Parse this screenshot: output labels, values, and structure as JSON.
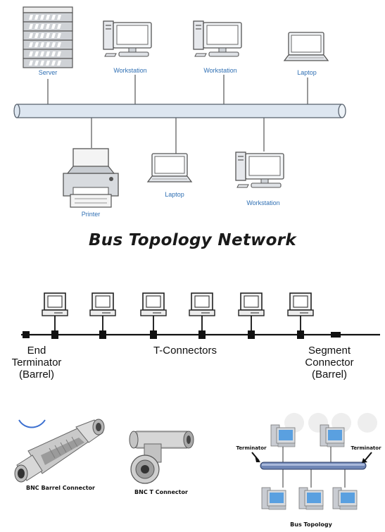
{
  "diagram1": {
    "title": "Bus Topology Network",
    "top_nodes": [
      {
        "label": "Server",
        "icon": "server-icon"
      },
      {
        "label": "Workstation",
        "icon": "workstation-icon"
      },
      {
        "label": "Workstation",
        "icon": "workstation-icon"
      },
      {
        "label": "Laptop",
        "icon": "laptop-icon"
      }
    ],
    "bottom_nodes": [
      {
        "label": "Printer",
        "icon": "printer-icon"
      },
      {
        "label": "Laptop",
        "icon": "laptop-icon"
      },
      {
        "label": "Workstation",
        "icon": "workstation-icon"
      }
    ],
    "colors": {
      "label": "#2f6fb3",
      "bus_fill": "#dde6f0",
      "bus_stroke": "#5a6470"
    }
  },
  "diagram2": {
    "end_label": "End\nTerminator\n(Barrel)",
    "middle_label": "T-Connectors",
    "segment_label": "Segment\nConnector\n(Barrel)",
    "computer_count": 6
  },
  "diagram3": {
    "barrel_caption": "BNC Barrel Connector",
    "t_caption": "BNC T Connector",
    "bus_caption": "Bus Topology",
    "terminator_left": "Terminator",
    "terminator_right": "Terminator"
  }
}
